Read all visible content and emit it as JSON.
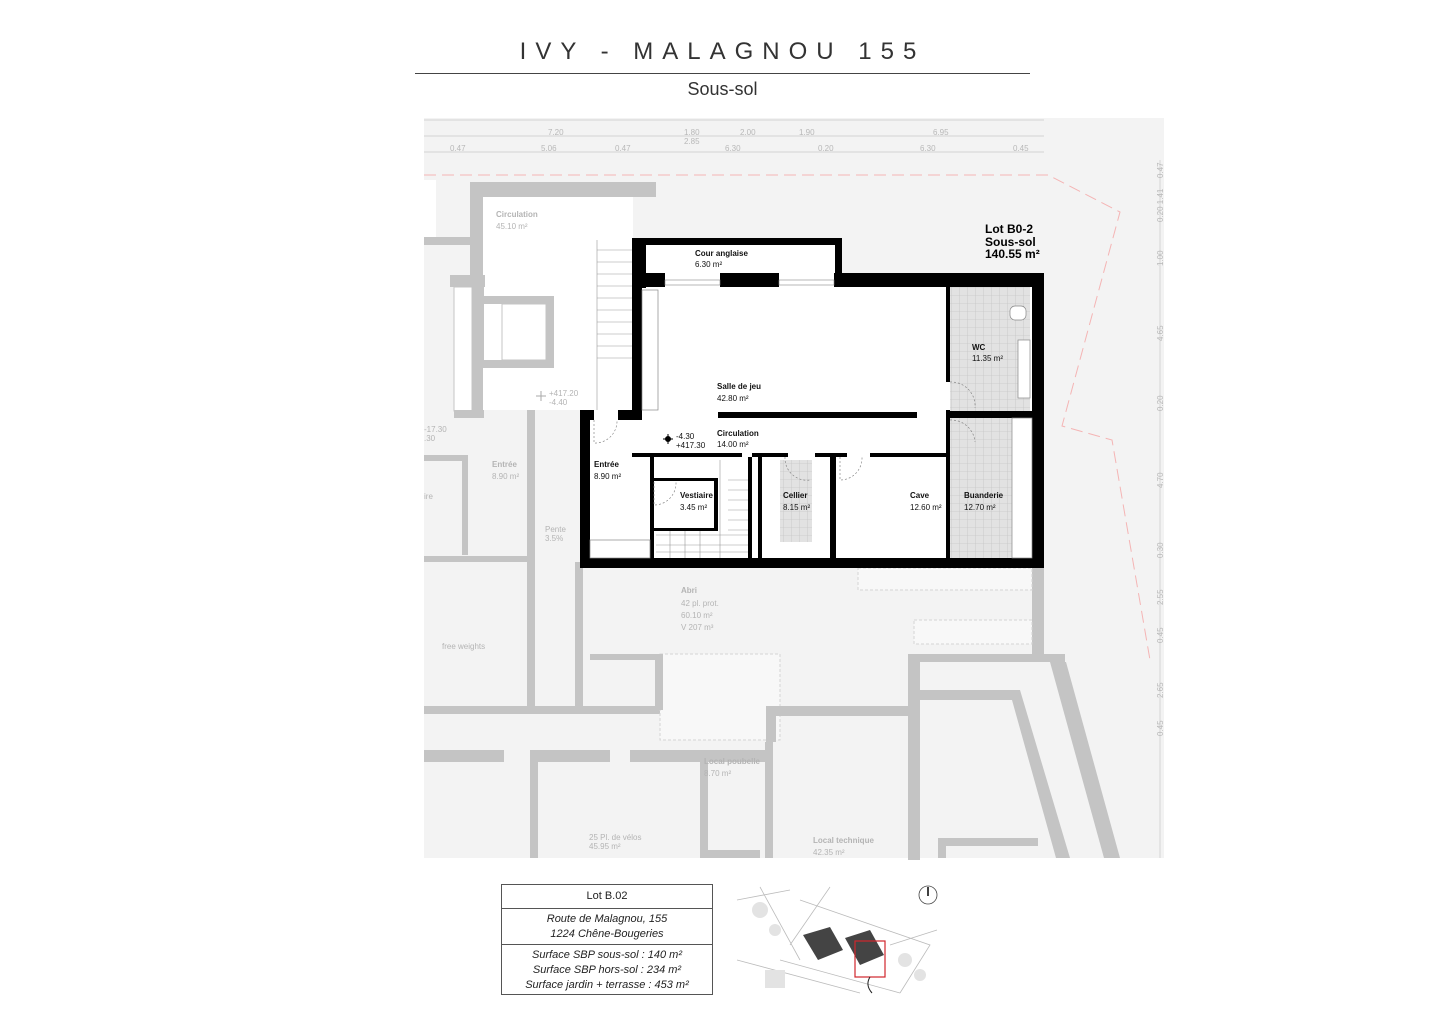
{
  "header": {
    "title": "IVY - MALAGNOU 155",
    "subtitle": "Sous-sol"
  },
  "lot_summary": {
    "line1": "Lot B0-2",
    "line2": "Sous-sol",
    "line3": "140.55 m²"
  },
  "rooms": [
    {
      "name": "Cour anglaise",
      "area": "6.30 m²"
    },
    {
      "name": "Salle de jeu",
      "area": "42.80 m²"
    },
    {
      "name": "WC",
      "area": "11.35 m²"
    },
    {
      "name": "Circulation",
      "area": "14.00 m²"
    },
    {
      "name": "Entrée",
      "area": "8.90 m²"
    },
    {
      "name": "Vestiaire",
      "area": "3.45 m²"
    },
    {
      "name": "Cellier",
      "area": "8.15 m²"
    },
    {
      "name": "Cave",
      "area": "12.60 m²"
    },
    {
      "name": "Buanderie",
      "area": "12.70 m²"
    }
  ],
  "level_marker": {
    "a": "-4.30",
    "b": "+417.30"
  },
  "neighbor": {
    "circulation": {
      "name": "Circulation",
      "area": "45.10 m²"
    },
    "level": {
      "a": "+417.20",
      "b": "-4.40"
    },
    "level_left": {
      "a": "-17.30",
      "b": ".30"
    },
    "entree": {
      "name": "Entrée",
      "area": "8.90 m²"
    },
    "partial": "ire",
    "pente": {
      "name": "Pente",
      "value": "3.5%"
    },
    "abri": {
      "name": "Abri",
      "l1": "42 pl. prot.",
      "l2": "60.10 m²",
      "l3": "V 207 m³"
    },
    "free_weights": "free weights",
    "poubelle": {
      "name": "Local poubelle",
      "area": "8.70 m²"
    },
    "velos": {
      "name": "25 Pl. de vélos",
      "area": "45.95 m²"
    },
    "technique": {
      "name": "Local technique",
      "area": "42.35 m²"
    }
  },
  "dimensions": {
    "row2": [
      "7.20",
      "1.80",
      "2.00",
      "1.90",
      "6.95"
    ],
    "row2b": "2.85",
    "row3": [
      "0.47",
      "5.06",
      "0.47",
      "6.30",
      "0.20",
      "6.30",
      "0.45"
    ],
    "right": [
      "0.47",
      "0.20 1.41",
      "1.00",
      "4.65",
      "0.20",
      "4.70",
      "0.30",
      "2.55",
      "0.45",
      "2.65",
      "0.45"
    ]
  },
  "infobox": {
    "lot": "Lot B.02",
    "address1": "Route de Malagnou, 155",
    "address2": "1224 Chêne-Bougeries",
    "surface1": "Surface SBP sous-sol : 140 m²",
    "surface2": "Surface SBP hors-sol : 234 m²",
    "surface3": "Surface jardin + terrasse : 453 m²"
  },
  "colors": {
    "wall_lot": "#000000",
    "wall_neighbor": "#c4c4c4",
    "background": "#f3f3f3",
    "site_marker": "#d0262c",
    "boundary": "#f4b4b4"
  },
  "icons": [
    "north-arrow-icon",
    "level-marker-icon"
  ]
}
